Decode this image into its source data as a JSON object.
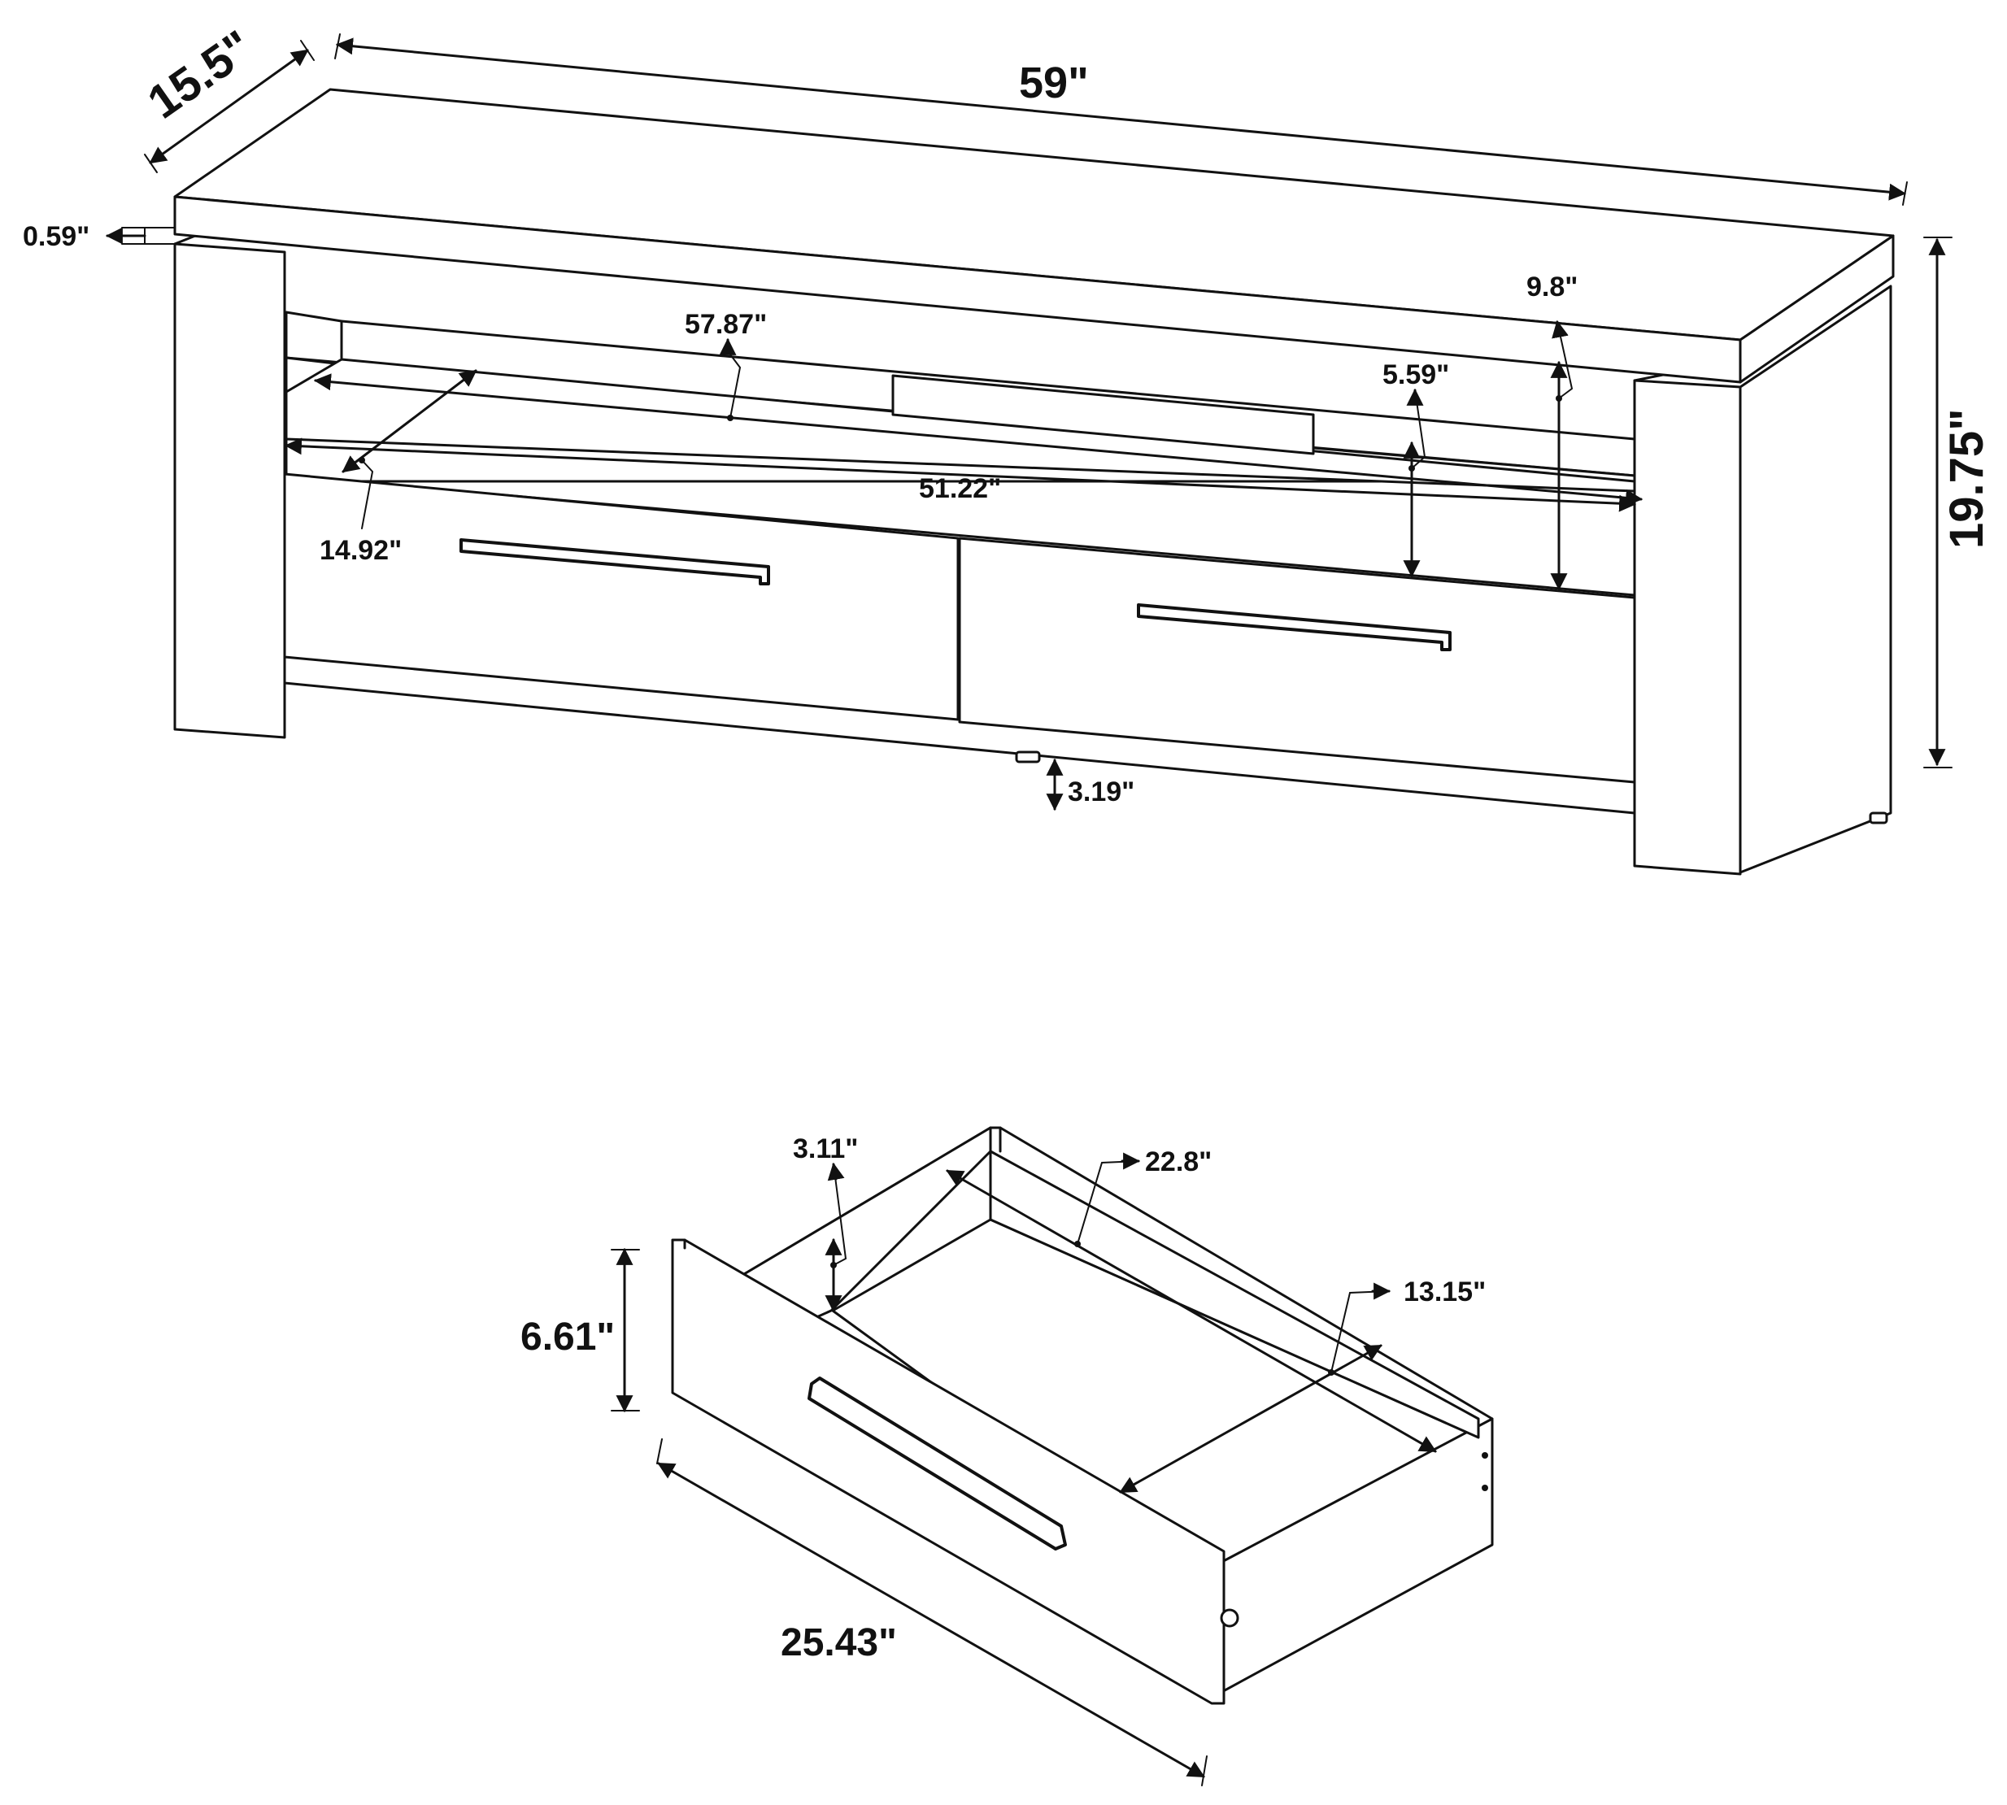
{
  "tv_stand": {
    "depth": "15.5\"",
    "width": "59\"",
    "height": "19.75\"",
    "top_thickness": "0.59\"",
    "shelf_width_back": "57.87\"",
    "shelf_width_front": "51.22\"",
    "shelf_depth": "14.92\"",
    "shelf_opening_height": "5.59\"",
    "shelf_total_height": "9.8\"",
    "floor_clearance": "3.19\""
  },
  "drawer": {
    "front_width": "25.43\"",
    "front_height": "6.61\"",
    "inner_depth_side": "3.11\"",
    "inner_length": "22.8\"",
    "inner_width": "13.15\""
  }
}
